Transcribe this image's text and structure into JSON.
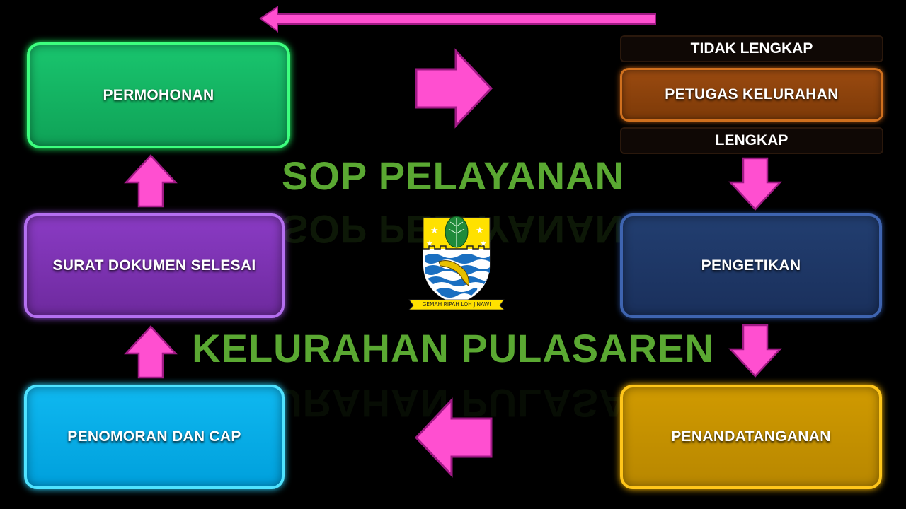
{
  "title": "SOP PELAYANAN",
  "subtitle": "KELURAHAN PULASAREN",
  "steps": {
    "permohonan": "PERMOHONAN",
    "petugas": "PETUGAS KELURAHAN",
    "pengetikan": "PENGETIKAN",
    "penandatanganan": "PENANDATANGANAN",
    "penomoran": "PENOMORAN DAN CAP",
    "surat": "SURAT DOKUMEN SELESAI"
  },
  "conditions": {
    "tidak_lengkap": "TIDAK LENGKAP",
    "lengkap": "LENGKAP"
  },
  "logo": {
    "motto": "GEMAH RIPAH LOH JINAWI",
    "icon": "city-crest-icon"
  },
  "colors": {
    "arrow": "#ff4fd0",
    "title": "#5aa832"
  }
}
